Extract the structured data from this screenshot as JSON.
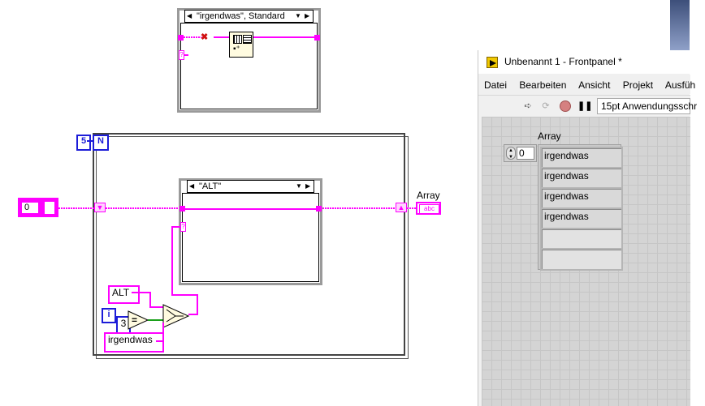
{
  "block_diagram": {
    "top_case": {
      "selector_label": "\"irgendwas\", Standard"
    },
    "for_loop": {
      "count_value": "5",
      "count_label": "N",
      "index_label": "i"
    },
    "input_constant": {
      "value": "0"
    },
    "inner_case": {
      "selector_label": "\"ALT\""
    },
    "constants": {
      "alt": "ALT",
      "three": "3",
      "irgendwas": "irgendwas"
    },
    "output_label": "Array",
    "output_terminal": "abc",
    "question_mark": "?"
  },
  "front_panel": {
    "window_title": "Unbenannt 1 - Frontpanel *",
    "menu": [
      "Datei",
      "Bearbeiten",
      "Ansicht",
      "Projekt",
      "Ausfüh"
    ],
    "font_selector": "15pt Anwendungsschr",
    "array": {
      "label": "Array",
      "index_value": "0",
      "elements": [
        "irgendwas",
        "irgendwas",
        "irgendwas",
        "irgendwas",
        "",
        ""
      ]
    }
  },
  "colors": {
    "string_wire": "#ff00ff",
    "numeric": "#1c1cd8",
    "frame": "#9a9a9a"
  },
  "icons": [
    "labview-run-arrow-icon",
    "run-continuously-icon",
    "abort-icon",
    "pause-icon",
    "window-logo-icon"
  ]
}
